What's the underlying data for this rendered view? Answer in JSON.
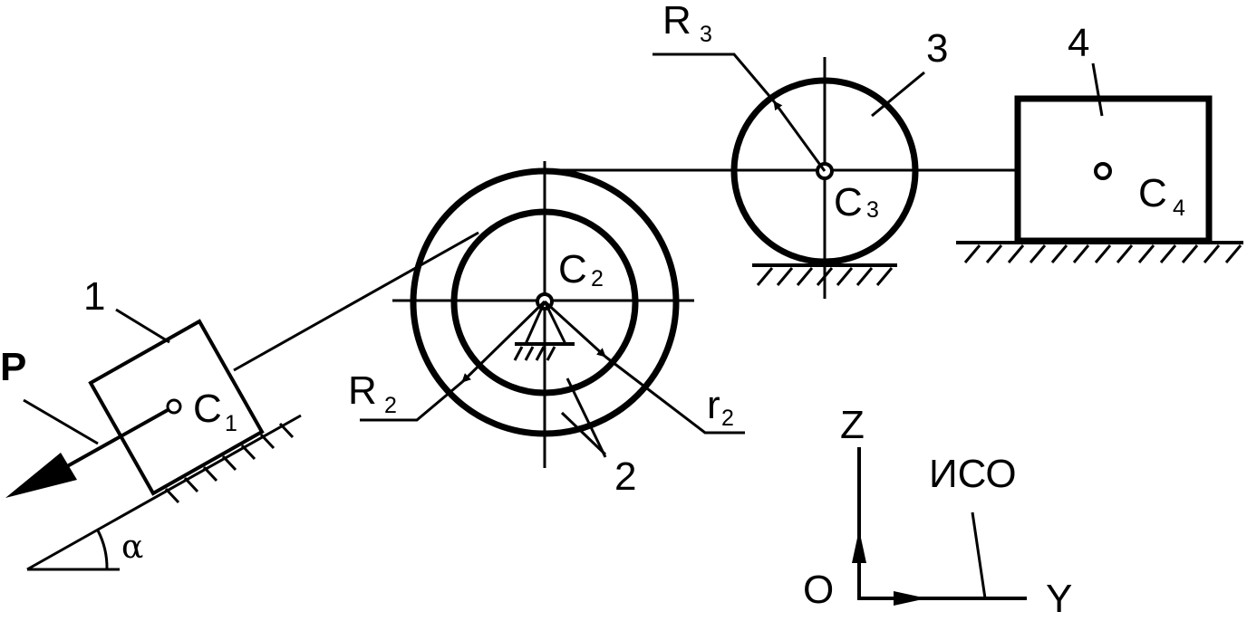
{
  "labels": {
    "P": "P",
    "body1": "1",
    "body2": "2",
    "body3": "3",
    "body4": "4",
    "C": "C",
    "c1_sub": "1",
    "c2_sub": "2",
    "c3_sub": "3",
    "c4_sub": "4",
    "R": "R",
    "r": "r",
    "R2_sub": "2",
    "r2_sub": "2",
    "R3_sub": "3",
    "alpha": "α",
    "Z": "Z",
    "Y": "Y",
    "O": "O",
    "iso": "ИСО"
  },
  "icons": {
    "force_arrow": "filled-arrowhead",
    "hatch": "fixed-support-hatching"
  },
  "colors": {
    "ink": "#000000",
    "background": "#ffffff"
  }
}
